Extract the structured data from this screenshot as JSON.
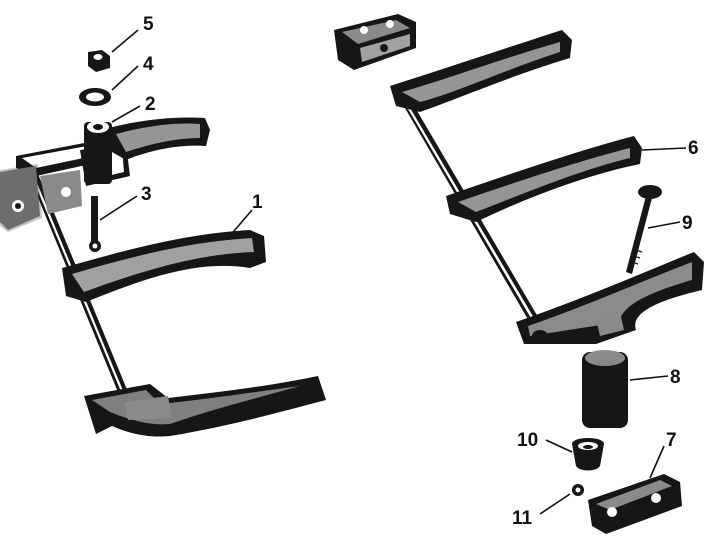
{
  "figure": {
    "description_free": true,
    "ink_color": "#161616",
    "background_color": "#ffffff"
  },
  "callouts": [
    {
      "id": "c1",
      "label": "1"
    },
    {
      "id": "c2",
      "label": "2"
    },
    {
      "id": "c3",
      "label": "3"
    },
    {
      "id": "c4",
      "label": "4"
    },
    {
      "id": "c5",
      "label": "5"
    },
    {
      "id": "c6",
      "label": "6"
    },
    {
      "id": "c7",
      "label": "7"
    },
    {
      "id": "c8",
      "label": "8"
    },
    {
      "id": "c9",
      "label": "9"
    },
    {
      "id": "c10",
      "label": "10"
    },
    {
      "id": "c11",
      "label": "11"
    }
  ]
}
